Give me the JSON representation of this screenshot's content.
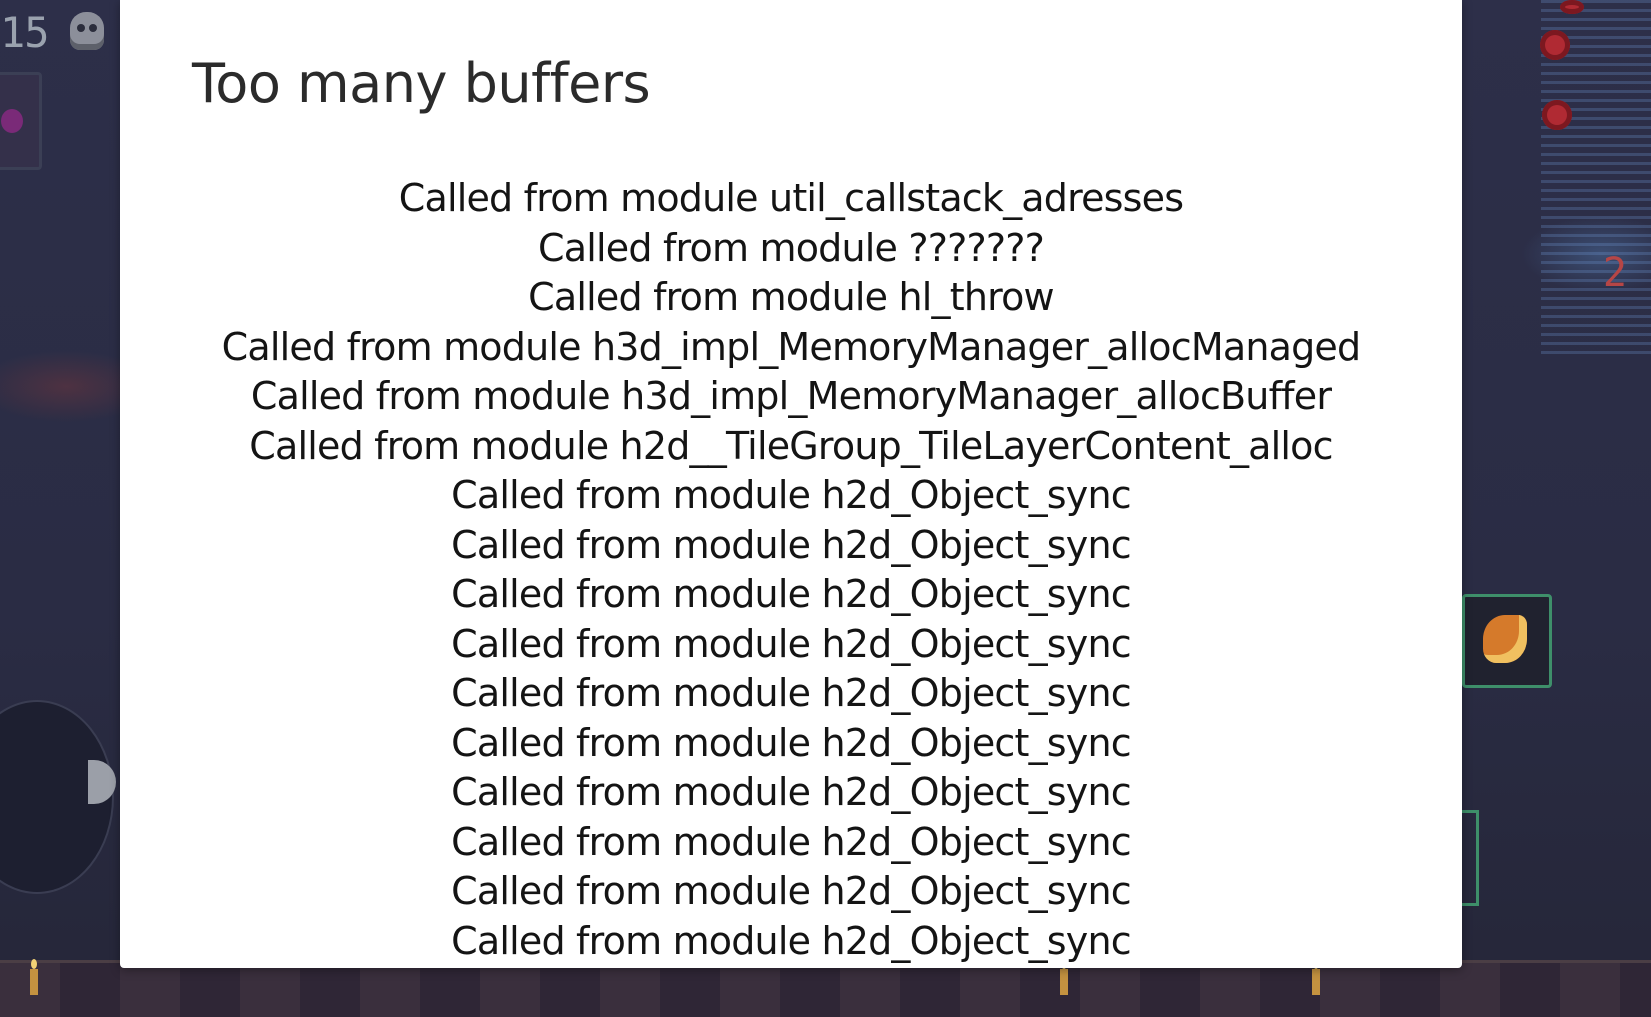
{
  "hud": {
    "counter": "15",
    "icon": "skull-icon",
    "side_number": "2"
  },
  "dialog": {
    "title": "Too many buffers",
    "stack_lines": [
      "Called from module util_callstack_adresses",
      "Called from module ???????",
      "Called from module hl_throw",
      "Called from module h3d_impl_MemoryManager_allocManaged",
      "Called from module h3d_impl_MemoryManager_allocBuffer",
      "Called from module h2d__TileGroup_TileLayerContent_alloc",
      "Called from module h2d_Object_sync",
      "Called from module h2d_Object_sync",
      "Called from module h2d_Object_sync",
      "Called from module h2d_Object_sync",
      "Called from module h2d_Object_sync",
      "Called from module h2d_Object_sync",
      "Called from module h2d_Object_sync",
      "Called from module h2d_Object_sync",
      "Called from module h2d_Object_sync",
      "Called from module h2d_Object_sync"
    ]
  },
  "colors": {
    "dialog_bg": "#ffffff",
    "title_text": "#2b2b2b",
    "body_text": "#141414",
    "game_bg": "#2a2c45"
  }
}
